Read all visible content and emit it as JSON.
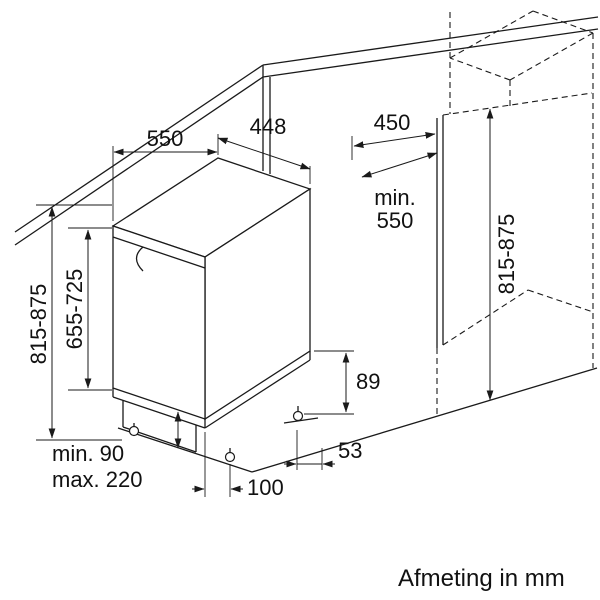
{
  "diagram": {
    "appliance": {
      "depth": "550",
      "width": "448",
      "height": "815-875",
      "door_height": "655-725"
    },
    "niche": {
      "width": "450",
      "depth_prefix": "min.",
      "depth_value": "550",
      "height": "815-875"
    },
    "base": {
      "rear_height": "89",
      "rear_offset": "53",
      "feet_inset": "100",
      "plinth_min": "min. 90",
      "plinth_max": "max. 220"
    },
    "caption": "Afmeting in mm",
    "colors": {
      "line": "#1a1a1a",
      "background": "#ffffff"
    }
  }
}
